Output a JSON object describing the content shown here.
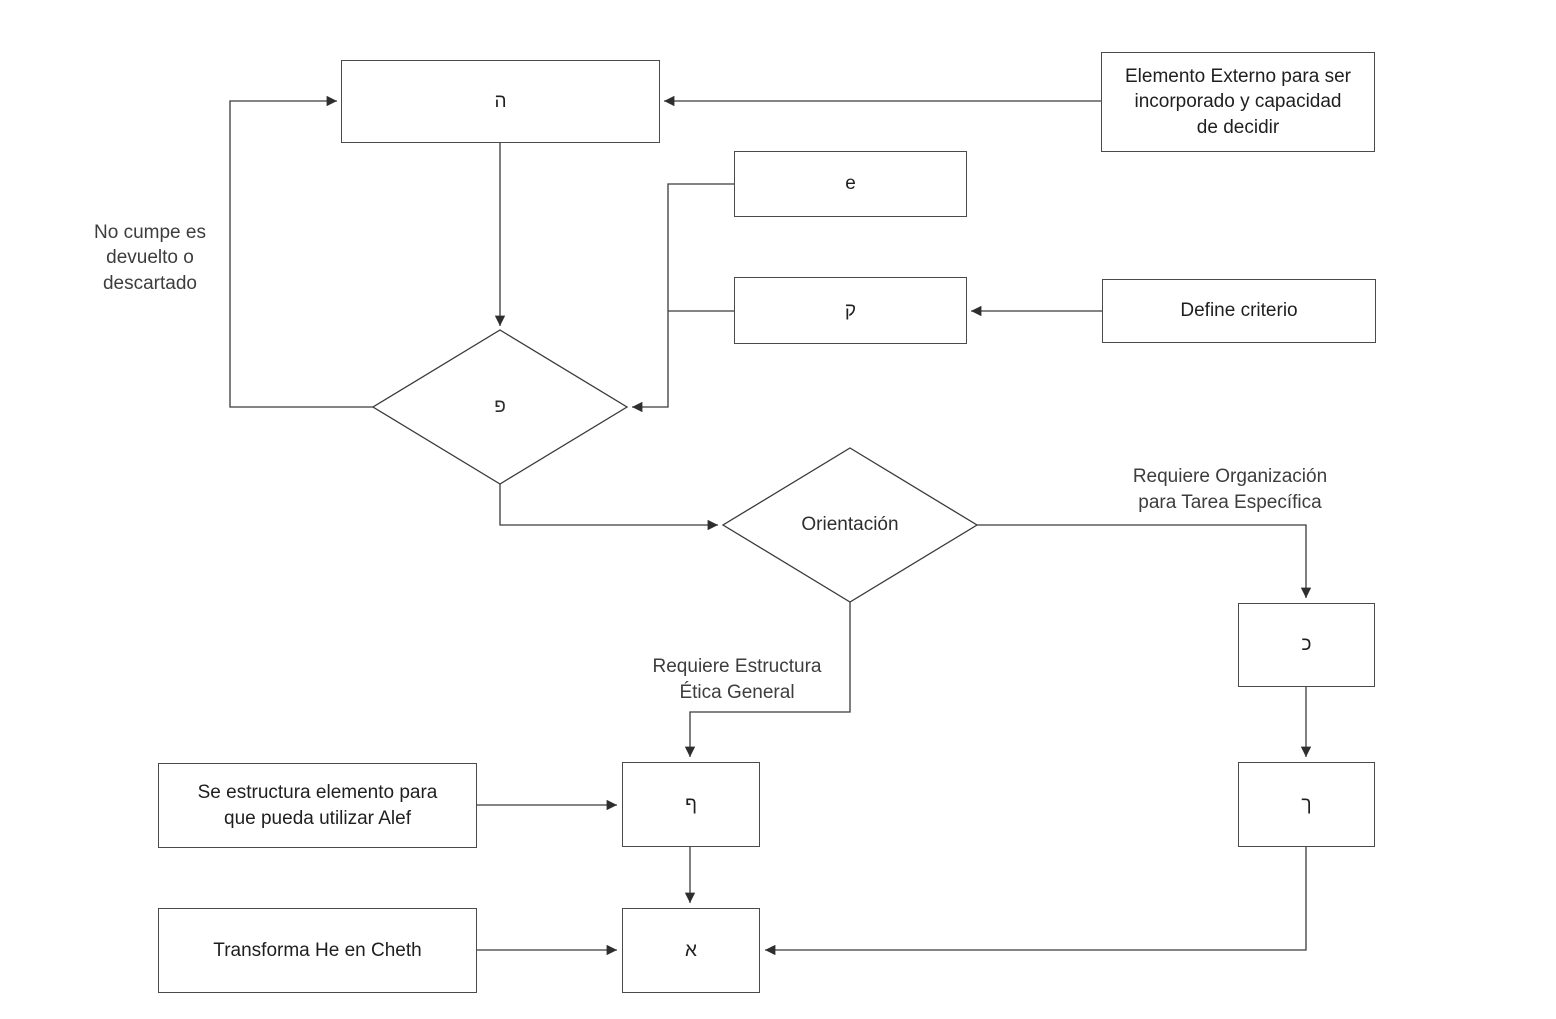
{
  "diagram": {
    "nodes": {
      "he": "ה",
      "external": "Elemento Externo para ser\nincorporado y capacidad\nde decidir",
      "e": "e",
      "qof": "ק",
      "define": "Define criterio",
      "pe": "פ",
      "orientacion": "Orientación",
      "kaf": "כ",
      "kaf_final": "ך",
      "pe_final": "ף",
      "alef": "א",
      "estructura": "Se estructura elemento para\nque pueda utilizar Alef",
      "transforma": "Transforma He en Cheth"
    },
    "annotations": {
      "no_cumple": "No cumpe es\ndevuelto o\ndescartado",
      "req_organizacion": "Requiere Organización\npara Tarea Específica",
      "req_etica": "Requiere Estructura\nÉtica General"
    },
    "colors": {
      "background": "#ffffff",
      "line": "#3a3a3a",
      "node_border": "#4a4a4a",
      "text": "#1f1f1f"
    }
  }
}
